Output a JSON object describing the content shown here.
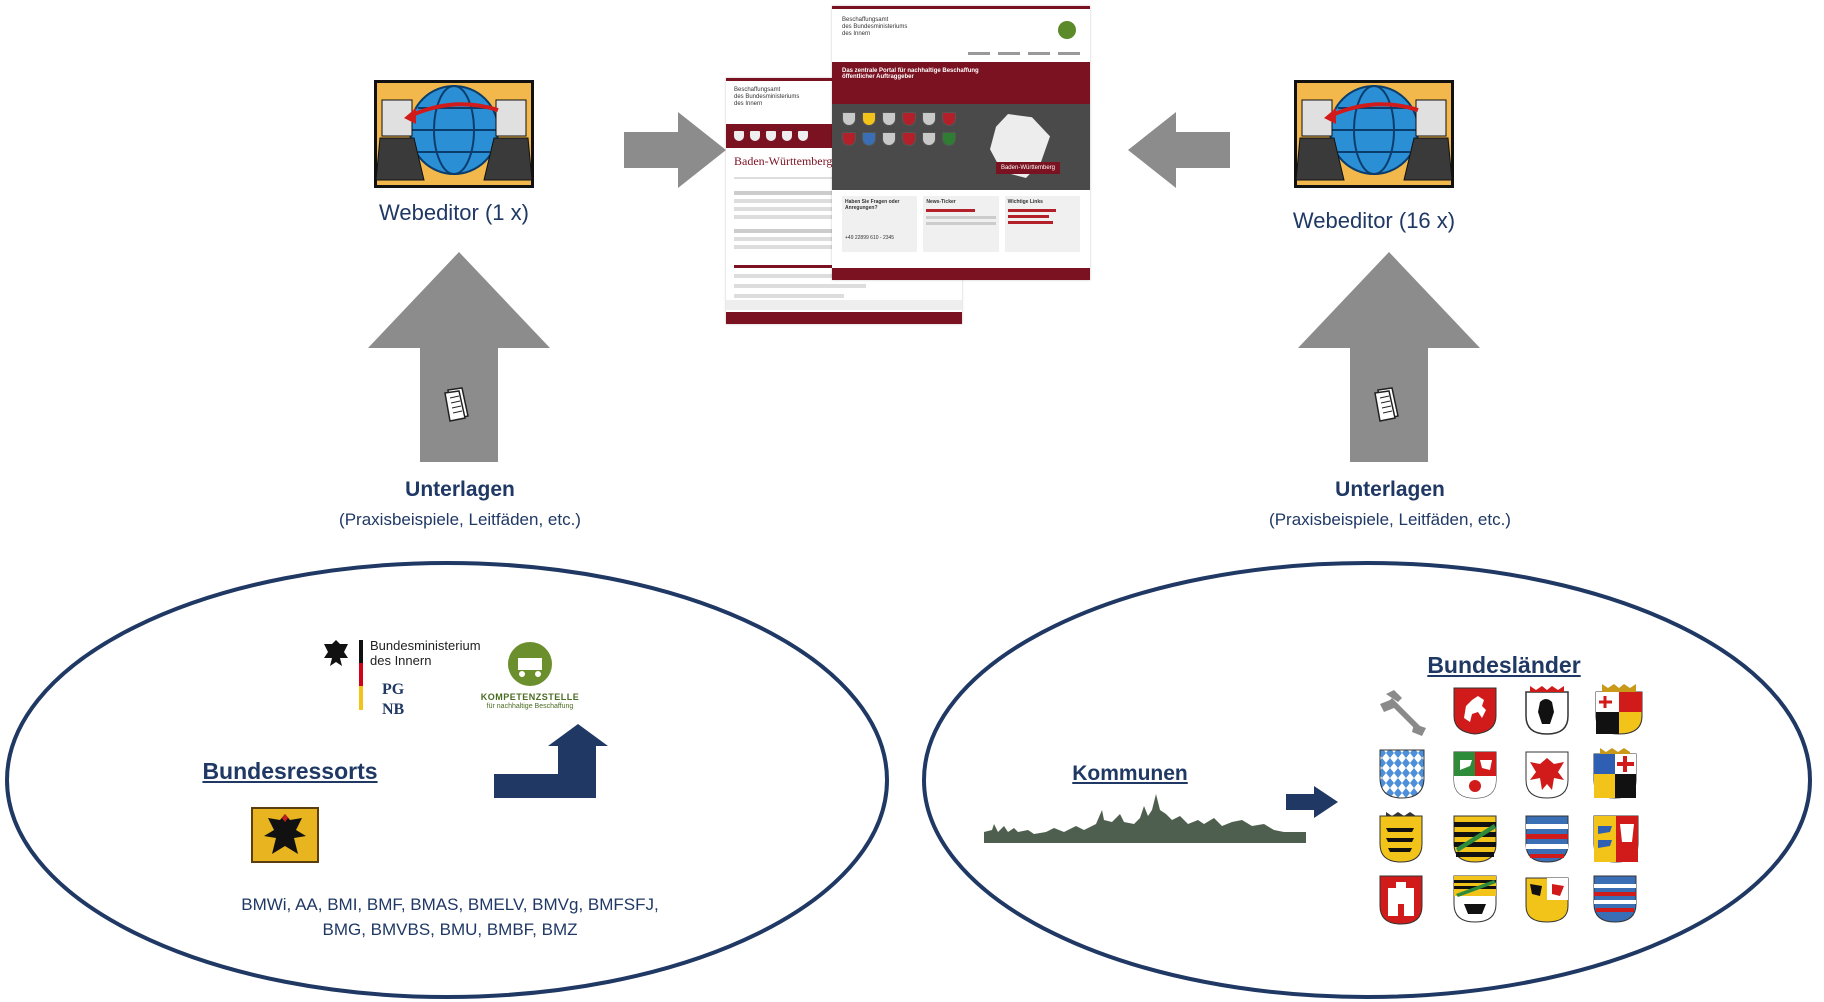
{
  "left_editor": {
    "label": "Webeditor (1 x)"
  },
  "right_editor": {
    "label": "Webeditor (16 x)"
  },
  "left_docs": {
    "title": "Unterlagen",
    "subtitle": "(Praxisbeispiele, Leitfäden, etc.)"
  },
  "right_docs": {
    "title": "Unterlagen",
    "subtitle": "(Praxisbeispiele, Leitfäden, etc.)"
  },
  "bund": {
    "heading": "Bundesressorts",
    "ministries_line1": "BMWi, AA, BMI, BMF, BMAS, BMELV, BMVg, BMFSFJ,",
    "ministries_line2": "BMG, BMVBS, BMU, BMBF, BMZ",
    "bmi_logo_line1": "Bundesministerium",
    "bmi_logo_line2": "des Innern",
    "pg_line1": "PG",
    "pg_line2": "NB",
    "kompetenz_line1": "KOMPETENZSTELLE",
    "kompetenz_line2": "für nachhaltige Beschaffung"
  },
  "laender": {
    "heading": "Bundesländer",
    "kommunen": "Kommunen"
  },
  "portal_front": {
    "hero_line1": "Das zentrale Portal für nachhaltige Beschaffung",
    "hero_line2": "öffentlicher Auftraggeber",
    "region_button": "Baden-Württemberg",
    "col1_title": "Haben Sie Fragen oder Anregungen?",
    "col2_title": "News-Ticker",
    "col3_title": "Wichtige Links",
    "phone": "+49 22899 610 - 2345"
  },
  "portal_back": {
    "page_title": "Baden-Württemberg"
  },
  "colors": {
    "navy": "#1f3864",
    "arrow_gray": "#8c8c8c",
    "portal_red": "#7b1222"
  }
}
